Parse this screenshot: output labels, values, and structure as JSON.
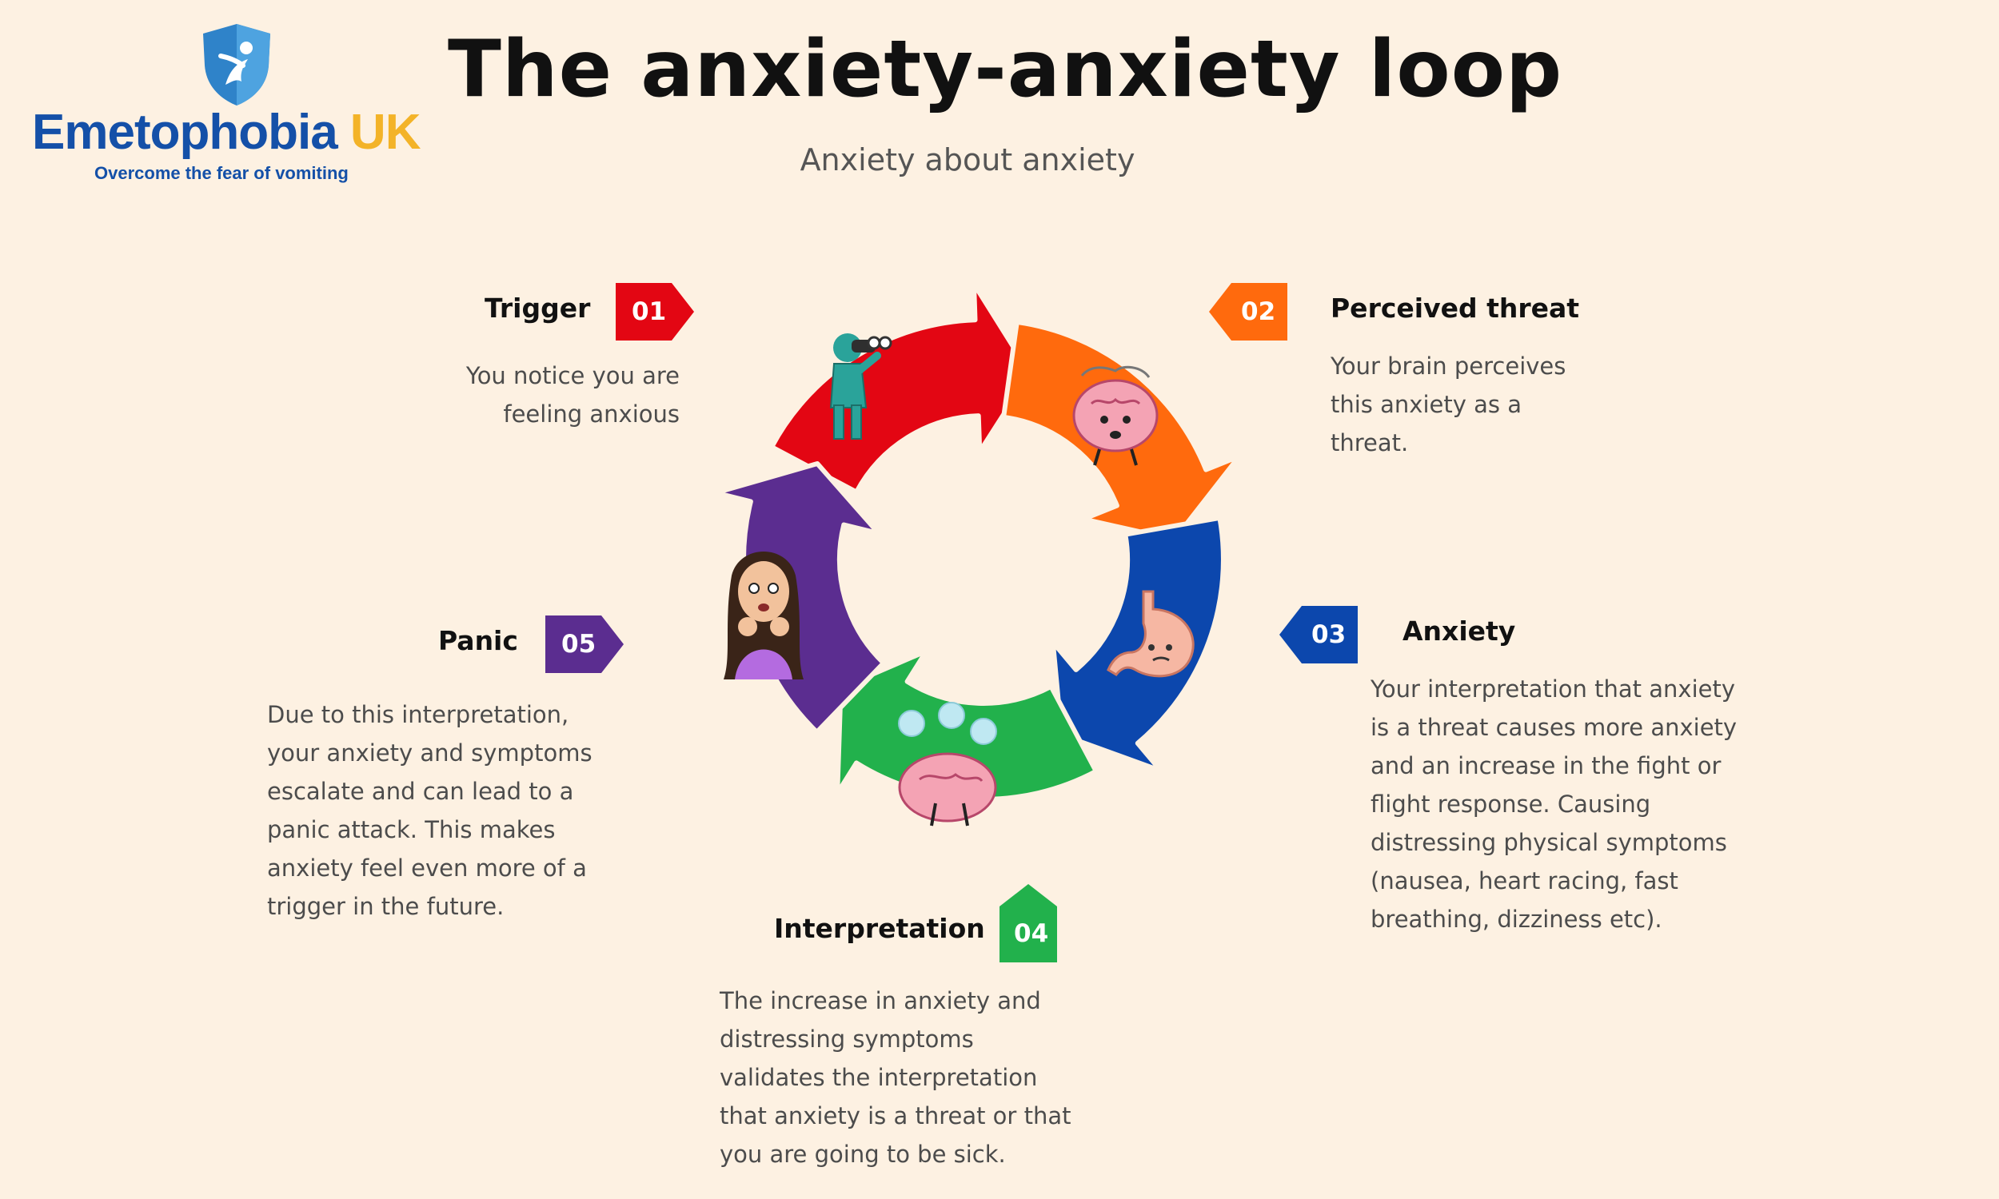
{
  "logo": {
    "name_main": "Emetophobia",
    "name_accent": "UK",
    "tagline": "Overcome the fear of vomiting"
  },
  "title": "The anxiety-anxiety loop",
  "subtitle": "Anxiety about anxiety",
  "steps": [
    {
      "number": "01",
      "title": "Trigger",
      "desc": "You notice you are feeling anxious",
      "color": "#e30613"
    },
    {
      "number": "02",
      "title": "Perceived threat",
      "desc": "Your brain perceives this anxiety as a threat.",
      "color": "#ff6a0d"
    },
    {
      "number": "03",
      "title": "Anxiety",
      "desc": "Your interpretation that anxiety is a threat causes more anxiety and an increase in the fight or flight response. Causing distressing physical symptoms (nausea, heart racing, fast breathing, dizziness etc).",
      "color": "#0c47ad"
    },
    {
      "number": "04",
      "title": "Interpretation",
      "desc": "The increase in anxiety and distressing symptoms validates the interpretation that anxiety is a threat or that you are going to be sick.",
      "color": "#22b14c"
    },
    {
      "number": "05",
      "title": "Panic",
      "desc": "Due to this interpretation, your anxiety and symptoms escalate and can lead to a panic attack. This makes anxiety feel even more of a trigger in the future.",
      "color": "#5b2d90"
    }
  ],
  "icons": [
    "binoculars-person-icon",
    "brain-worried-icon",
    "stomach-icon",
    "brain-thinking-icon",
    "worried-girl-icon"
  ]
}
